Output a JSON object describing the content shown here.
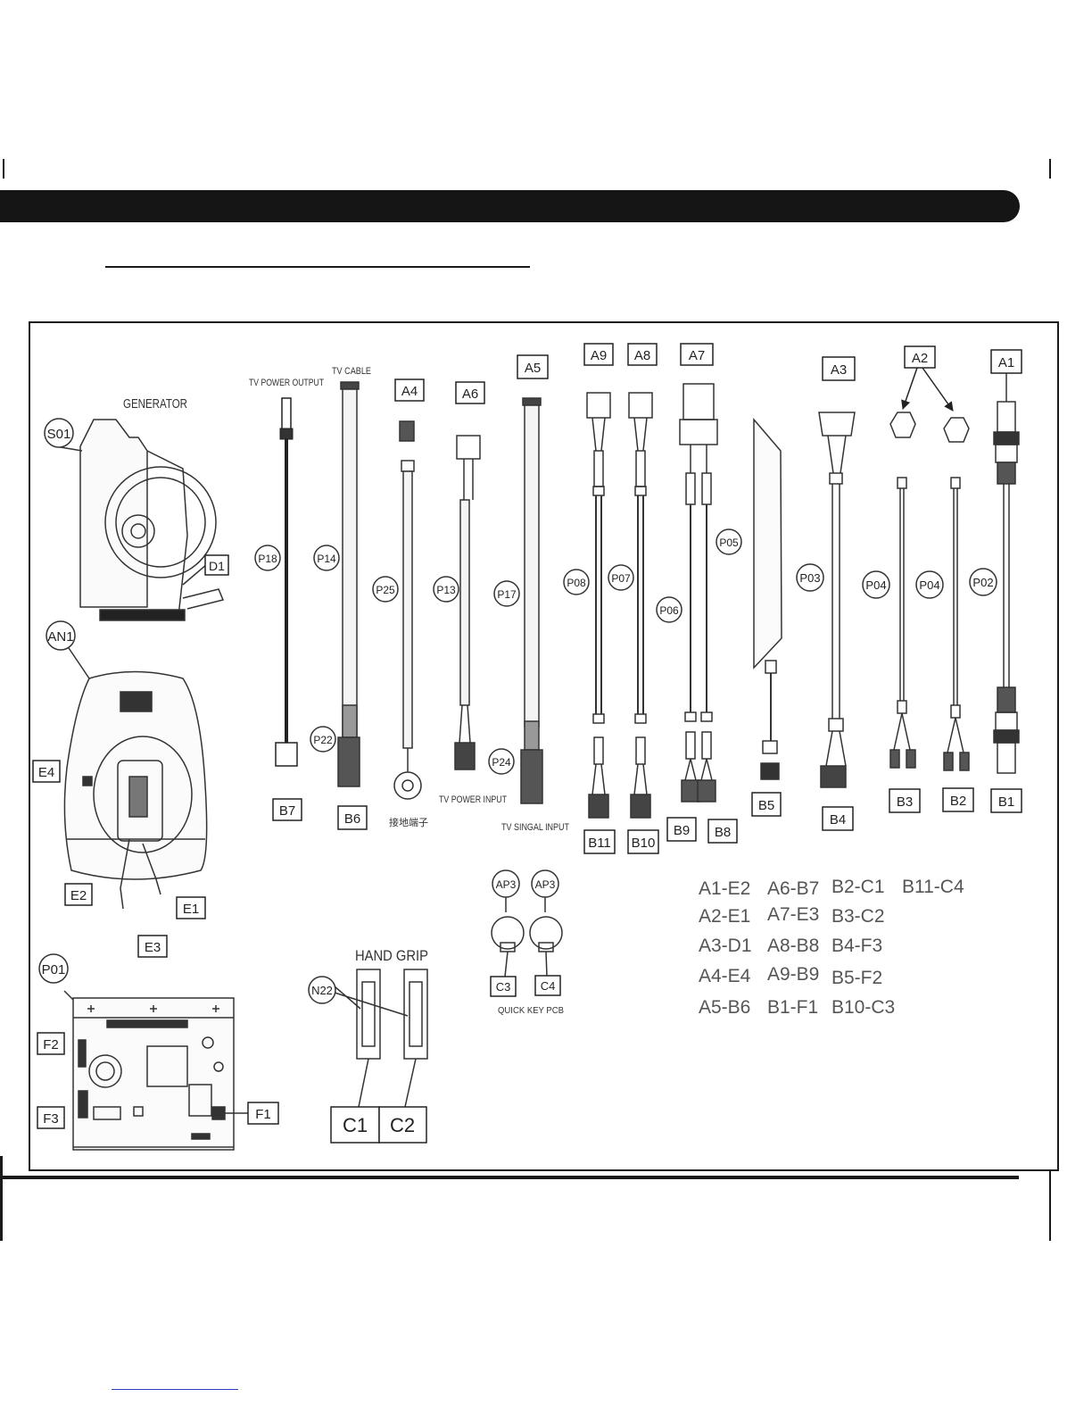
{
  "labels": {
    "generator": "GENERATOR",
    "s01": "S01",
    "d1": "D1",
    "an1": "AN1",
    "e4": "E4",
    "e2": "E2",
    "e1": "E1",
    "e3": "E3",
    "p01": "P01",
    "f1": "F1",
    "f2": "F2",
    "f3": "F3",
    "tv_power_output": "TV POWER OUTPUT",
    "tv_cable": "TV CABLE",
    "tv_power_input": "TV POWER INPUT",
    "tv_signal_input": "TV SINGAL INPUT",
    "p18": "P18",
    "p14": "P14",
    "p22": "P22",
    "p25": "P25",
    "p13": "P13",
    "p17": "P17",
    "p24": "P24",
    "p08": "P08",
    "p07": "P07",
    "p06": "P06",
    "p05": "P05",
    "p03": "P03",
    "p04a": "P04",
    "p04b": "P04",
    "p02": "P02",
    "a1": "A1",
    "a2": "A2",
    "a3": "A3",
    "a4": "A4",
    "a5": "A5",
    "a6": "A6",
    "a7": "A7",
    "a8": "A8",
    "a9": "A9",
    "b1": "B1",
    "b2": "B2",
    "b3": "B3",
    "b4": "B4",
    "b5": "B5",
    "b6": "B6",
    "b7": "B7",
    "b8": "B8",
    "b9": "B9",
    "b10": "B10",
    "b11": "B11",
    "ground_ring": "接地端子",
    "ap3a": "AP3",
    "ap3b": "AP3",
    "c3": "C3",
    "c4": "C4",
    "quick_key_pcb": "QUICK KEY PCB",
    "hand_grip": "HAND  GRIP",
    "n22": "N22",
    "c1": "C1",
    "c2": "C2"
  },
  "connections": [
    [
      "A1-E2",
      "A6-B7",
      "B2-C1",
      "B11-C4"
    ],
    [
      "A2-E1",
      "A7-E3",
      "B3-C2"
    ],
    [
      "A3-D1",
      "A8-B8",
      "B4-F3"
    ],
    [
      "A4-E4",
      "A9-B9",
      "B5-F2"
    ],
    [
      "A5-B6",
      "B1-F1",
      "B10-C3"
    ]
  ]
}
